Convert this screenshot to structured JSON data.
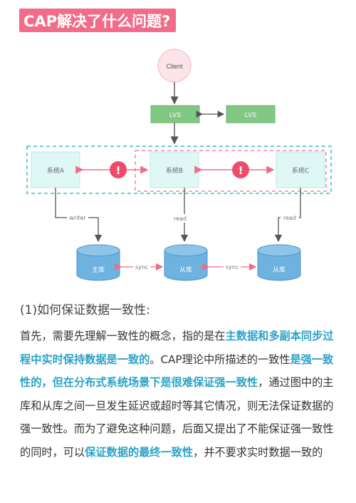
{
  "title": "CAP解决了什么问题?",
  "diagram": {
    "client": "Client",
    "lvs_left": "LVS",
    "lvs_right": "LVS",
    "system_a": "系统A",
    "system_b": "系统B",
    "system_c": "系统C",
    "alert_symbol": "!",
    "label_writer": "writer",
    "label_read_b": "read",
    "label_read_c": "read",
    "db_main": "主库",
    "db_slave_1": "从库",
    "db_slave_2": "从库",
    "label_sync_1": "sync",
    "label_sync_2": "sync",
    "colors": {
      "client_fill": "#fde4ea",
      "lvs_fill": "#82c784",
      "system_fill": "#dff8f6",
      "db_fill": "#6eb2df",
      "alert": "#f04a6a",
      "dashed_teal": "#34c0cc",
      "dashed_pink": "#f08aa0"
    }
  },
  "subheading": "(1)如何保证数据一致性:",
  "paragraph": {
    "s1": "首先，需要先理解一致性的概念，指的是在",
    "h1": "主数据和多副本同步过程中实时保持数据是一致的",
    "s2": "。CAP理论中所描述的一致性",
    "h2": "是强一致性的，但在分布式系统场景下是很难保证强一致性",
    "s3": "，通过图中的主库和从库之间一旦发生延迟或超时等其它情况，则无法保证数据的强一致性。而为了避免这种问题，后面又提出了不能保证强一致性的同时，可以",
    "h3": "保证数据的最终一致性",
    "s4": "，并不要求实时数据一致的"
  }
}
